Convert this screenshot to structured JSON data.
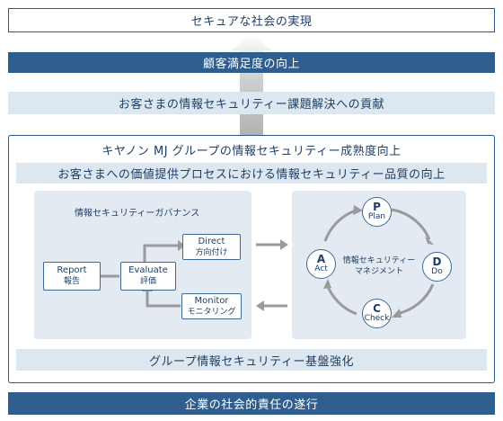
{
  "top_goal": "セキュアな社会の実現",
  "customer_satisfaction": "顧客満足度の向上",
  "contribution": "お客さまの情報セキュリティー課題解決への貢献",
  "maturity_title": "キヤノン MJ グループの情報セキュリティー成熟度向上",
  "quality_band": "お客さまへの価値提供プロセスにおける情報セキュリティー品質の向上",
  "governance": {
    "title": "情報セキュリティーガバナンス",
    "direct_en": "Direct",
    "direct_jp": "方向付け",
    "evaluate_en": "Evaluate",
    "evaluate_jp": "評価",
    "report_en": "Report",
    "report_jp": "報告",
    "monitor_en": "Monitor",
    "monitor_jp": "モニタリング"
  },
  "management": {
    "center_line1": "情報セキュリティー",
    "center_line2": "マネジメント",
    "plan_letter": "P",
    "plan_word": "Plan",
    "do_letter": "D",
    "do_word": "Do",
    "check_letter": "C",
    "check_word": "Check",
    "act_letter": "A",
    "act_word": "Act"
  },
  "foundation": "グループ情報セキュリティー基盤強化",
  "bottom_band": "企業の社会的責任の遂行",
  "colors": {
    "navy": "#2f5e8e",
    "light": "#dde7f0",
    "panel": "#e3eaf2",
    "arrow": "#9a9a9a"
  }
}
